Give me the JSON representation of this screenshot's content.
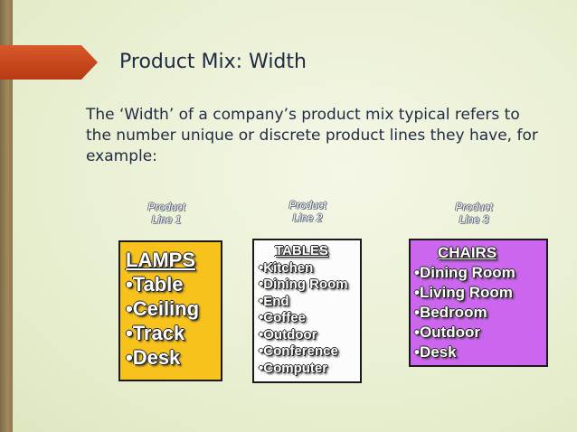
{
  "slide": {
    "title": "Product Mix: Width",
    "intro": "The ‘Width’ of a company’s product mix typical refers to the number unique or discrete product lines they have, for example:"
  },
  "colors": {
    "background": "#e8eecf",
    "accent_arrow": "#c8441a",
    "side_strip": "#8c7750",
    "lamps_box": "#f7c21c",
    "tables_box": "#fcfcfc",
    "chairs_box": "#cc66ee"
  },
  "product_lines": [
    {
      "label": "Product Line 1",
      "label_top": "Product",
      "label_bottom": "Line 1",
      "heading": "LAMPS",
      "items": [
        "Table",
        "Ceiling",
        "Track",
        "Desk"
      ]
    },
    {
      "label": "Product Line 2",
      "label_top": "Product",
      "label_bottom": "Line 2",
      "heading": "TABLES",
      "items": [
        "Kitchen",
        "Dining Room",
        "End",
        "Coffee",
        "Outdoor",
        "Conference",
        "Computer"
      ]
    },
    {
      "label": "Product Line 3",
      "label_top": "Product",
      "label_bottom": "Line 3",
      "heading": "CHAIRS",
      "items": [
        "Dining Room",
        "Living Room",
        "Bedroom",
        "Outdoor",
        "Desk"
      ]
    }
  ]
}
